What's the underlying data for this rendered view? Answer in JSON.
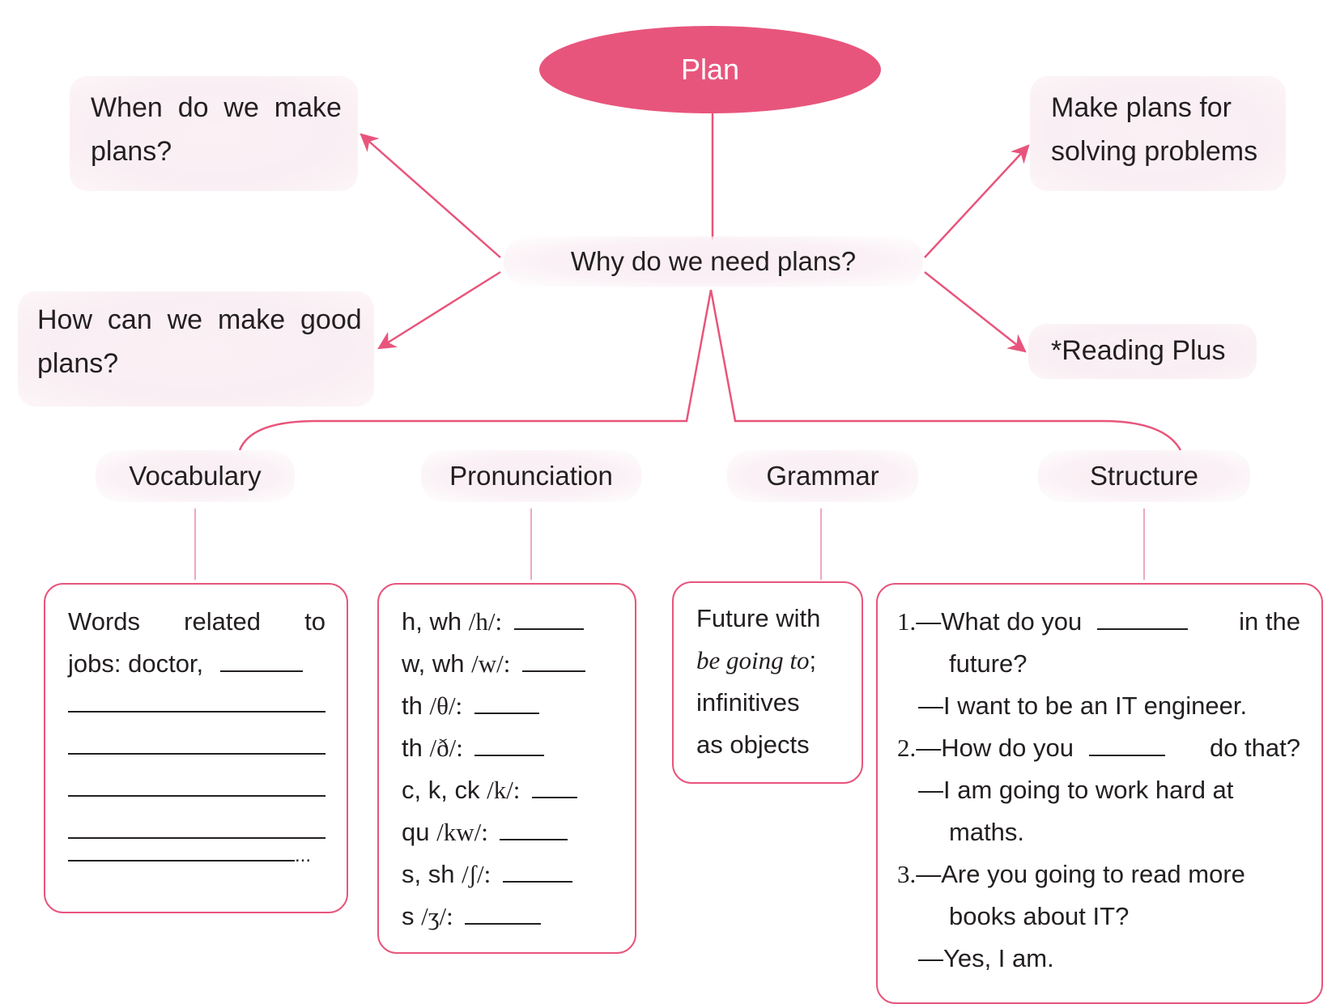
{
  "diagram": {
    "root": {
      "label": "Plan"
    },
    "center_question": {
      "label": "Why do we need plans?"
    },
    "questions": {
      "when": {
        "line1": "When  do  we  make",
        "line2": "plans?"
      },
      "how": {
        "line1": "How  can  we  make  good",
        "line2": "plans?"
      },
      "solve": {
        "line1": "Make plans for",
        "line2": "solving problems"
      },
      "reading": {
        "label": "*Reading Plus"
      }
    },
    "branches": [
      {
        "label": "Vocabulary"
      },
      {
        "label": "Pronunciation"
      },
      {
        "label": "Grammar"
      },
      {
        "label": "Structure"
      }
    ],
    "vocabulary": {
      "line1": {
        "words": "Words",
        "related": "related",
        "to": "to"
      },
      "line2": "jobs: doctor,",
      "ellipsis": "..."
    },
    "pronunciation": {
      "rows": [
        {
          "letters": "h, wh",
          "ipa": "/h/:"
        },
        {
          "letters": "w, wh",
          "ipa": "/w/:"
        },
        {
          "letters": "th",
          "ipa": "/θ/:"
        },
        {
          "letters": "th",
          "ipa": "/ð/:"
        },
        {
          "letters": "c, k, ck",
          "ipa": "/k/:"
        },
        {
          "letters": "qu",
          "ipa": "/kw/:"
        },
        {
          "letters": "s, sh",
          "ipa": "/ʃ/:"
        },
        {
          "letters": "s",
          "ipa": "/ʒ/:"
        }
      ]
    },
    "grammar": {
      "line1": "Future with",
      "line2_italic": "be going to",
      "line2_punct": ";",
      "line3": "infinitives",
      "line4": "as objects"
    },
    "structure": {
      "items": [
        {
          "num": "1.",
          "q_before": "—What do you",
          "q_after": "in the",
          "q_cont": "future?",
          "a": "—I want to be an IT engineer."
        },
        {
          "num": "2.",
          "q_before": "—How do you",
          "q_after": "do that?",
          "a": "—I am going to work hard at",
          "a_cont": "maths."
        },
        {
          "num": "3.",
          "q_before": "—Are you going to read more",
          "q_cont": "books about IT?",
          "a": "—Yes, I am."
        }
      ]
    }
  },
  "colors": {
    "accent": "#e8557c",
    "soft_bg": "#f9eef3",
    "text": "#231f20"
  }
}
